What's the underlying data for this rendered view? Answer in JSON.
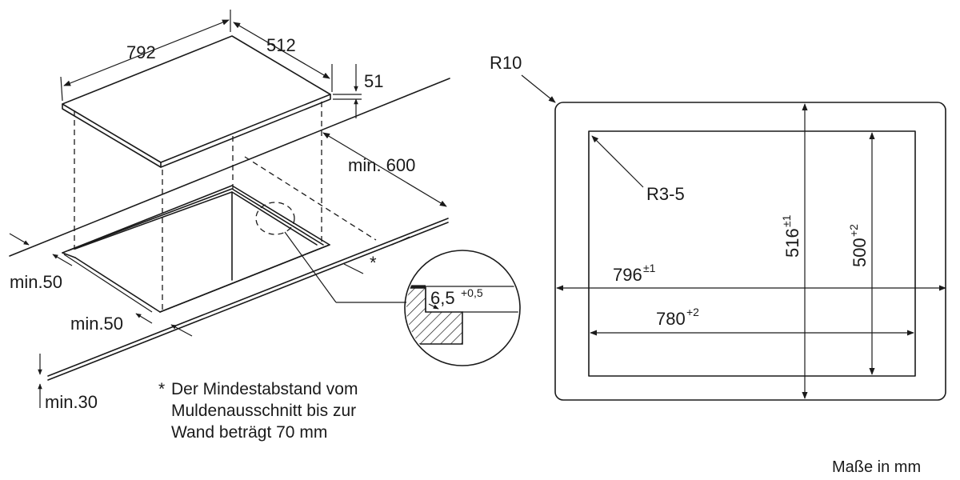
{
  "left_view": {
    "dim_width": "792",
    "dim_depth": "512",
    "dim_thickness": "51",
    "dim_wall_distance": "min. 600",
    "dim_left_edge": "min.50",
    "dim_front_edge": "min.50",
    "dim_bottom": "min.30",
    "asterisk": "*",
    "detail_value": "6,5",
    "detail_tolerance": "+0,5"
  },
  "footnote": {
    "marker": "*",
    "line1": "Der Mindestabstand vom",
    "line2": "Muldenausschnitt bis zur",
    "line3": "Wand beträgt 70 mm"
  },
  "right_view": {
    "corner_radius_outer": "R10",
    "corner_radius_inner": "R3-5",
    "outer_width": "796",
    "outer_width_tol": "±1",
    "inner_width": "780",
    "inner_width_tol": "+2",
    "outer_height": "516",
    "outer_height_tol": "±1",
    "inner_height": "500",
    "inner_height_tol": "+2"
  },
  "unit_note": "Maße in mm"
}
